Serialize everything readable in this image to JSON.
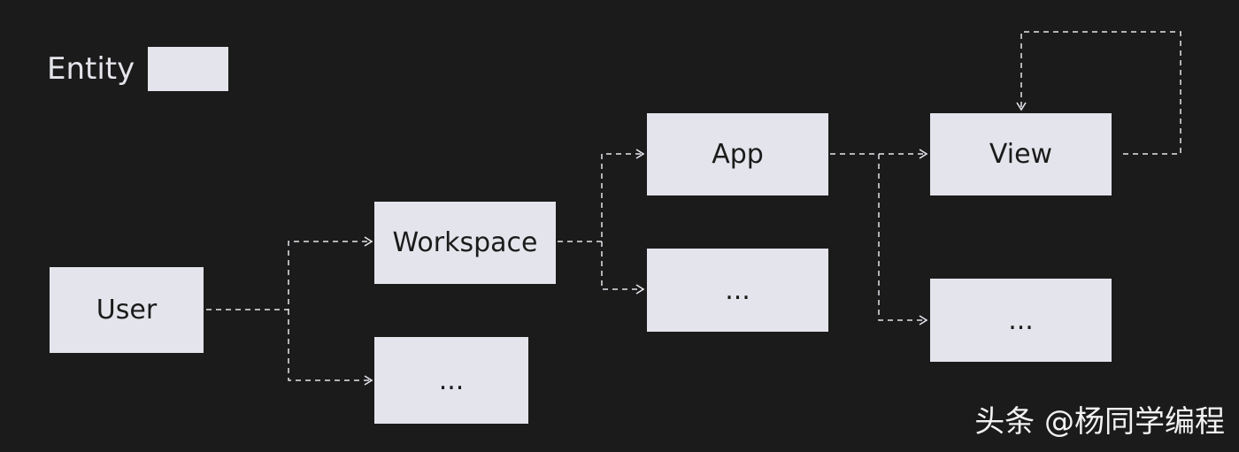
{
  "legend": {
    "label": "Entity"
  },
  "nodes": {
    "user": "User",
    "workspace": "Workspace",
    "user_more": "...",
    "app": "App",
    "workspace_more": "...",
    "view": "View",
    "app_more": "..."
  },
  "colors": {
    "background": "#1b1b1b",
    "entity_fill": "#e4e4ec",
    "edge": "#e4e4ec",
    "text": "#1b1b1b"
  },
  "watermark": "头条 @杨同学编程"
}
